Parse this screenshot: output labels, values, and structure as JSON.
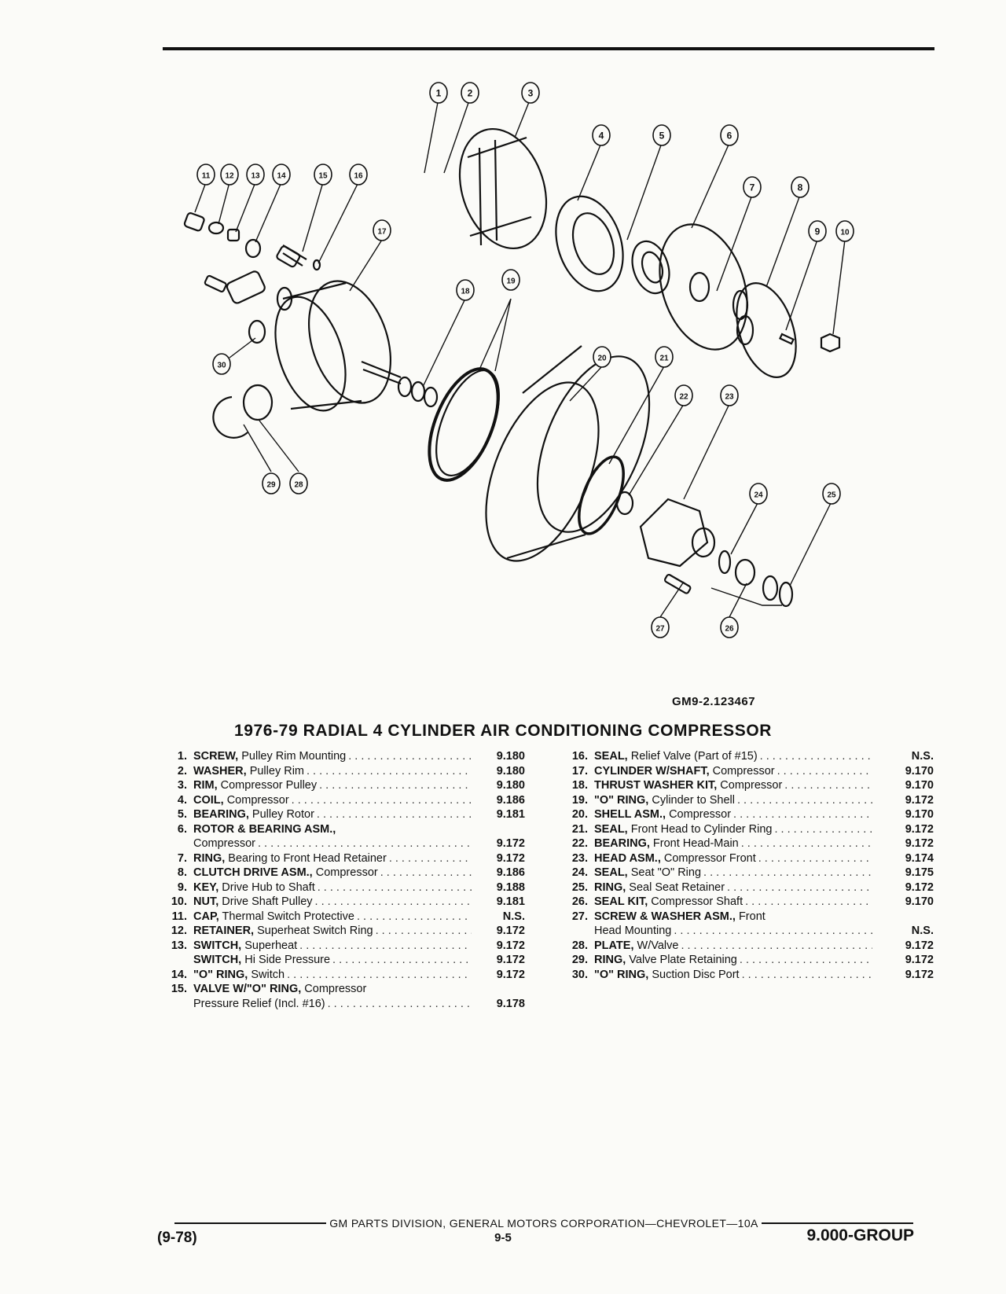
{
  "figure_code": "GM9-2.123467",
  "title": "1976-79 RADIAL 4 CYLINDER AIR CONDITIONING COMPRESSOR",
  "callouts": [
    "1",
    "2",
    "3",
    "4",
    "5",
    "6",
    "7",
    "8",
    "9",
    "10",
    "11",
    "12",
    "13",
    "14",
    "15",
    "16",
    "17",
    "18",
    "19",
    "20",
    "21",
    "22",
    "23",
    "24",
    "25",
    "26",
    "27",
    "28",
    "29",
    "30"
  ],
  "parts_left": [
    {
      "num": "1.",
      "lines": [
        {
          "bold": "SCREW,",
          "rest": " Pulley Rim Mounting"
        }
      ],
      "code": "9.180"
    },
    {
      "num": "2.",
      "lines": [
        {
          "bold": "WASHER,",
          "rest": " Pulley Rim"
        }
      ],
      "code": "9.180"
    },
    {
      "num": "3.",
      "lines": [
        {
          "bold": "RIM,",
          "rest": " Compressor Pulley"
        }
      ],
      "code": "9.180"
    },
    {
      "num": "4.",
      "lines": [
        {
          "bold": "COIL,",
          "rest": " Compressor"
        }
      ],
      "code": "9.186"
    },
    {
      "num": "5.",
      "lines": [
        {
          "bold": "BEARING,",
          "rest": " Pulley Rotor"
        }
      ],
      "code": "9.181"
    },
    {
      "num": "6.",
      "lines": [
        {
          "bold": "ROTOR & BEARING ASM.,",
          "rest": ""
        },
        {
          "bold": "",
          "rest": "Compressor"
        }
      ],
      "code": "9.172"
    },
    {
      "num": "7.",
      "lines": [
        {
          "bold": "RING,",
          "rest": " Bearing to Front Head Retainer"
        }
      ],
      "code": "9.172"
    },
    {
      "num": "8.",
      "lines": [
        {
          "bold": "CLUTCH DRIVE ASM.,",
          "rest": " Compressor"
        }
      ],
      "code": "9.186"
    },
    {
      "num": "9.",
      "lines": [
        {
          "bold": "KEY,",
          "rest": " Drive Hub to Shaft"
        }
      ],
      "code": "9.188"
    },
    {
      "num": "10.",
      "lines": [
        {
          "bold": "NUT,",
          "rest": " Drive Shaft Pulley"
        }
      ],
      "code": "9.181"
    },
    {
      "num": "11.",
      "lines": [
        {
          "bold": "CAP,",
          "rest": " Thermal Switch Protective"
        }
      ],
      "code": "N.S."
    },
    {
      "num": "12.",
      "lines": [
        {
          "bold": "RETAINER,",
          "rest": " Superheat Switch Ring"
        }
      ],
      "code": "9.172"
    },
    {
      "num": "13.",
      "lines": [
        {
          "bold": "SWITCH,",
          "rest": " Superheat"
        }
      ],
      "code": "9.172"
    },
    {
      "num": "",
      "lines": [
        {
          "bold": "SWITCH,",
          "rest": " Hi Side Pressure"
        }
      ],
      "code": "9.172"
    },
    {
      "num": "14.",
      "lines": [
        {
          "bold": "\"O\" RING,",
          "rest": " Switch"
        }
      ],
      "code": "9.172"
    },
    {
      "num": "15.",
      "lines": [
        {
          "bold": "VALVE W/\"O\" RING,",
          "rest": " Compressor"
        },
        {
          "bold": "",
          "rest": "Pressure Relief (Incl. #16)"
        }
      ],
      "code": "9.178"
    }
  ],
  "parts_right": [
    {
      "num": "16.",
      "lines": [
        {
          "bold": "SEAL,",
          "rest": " Relief Valve (Part of #15)"
        }
      ],
      "code": "N.S."
    },
    {
      "num": "17.",
      "lines": [
        {
          "bold": "CYLINDER W/SHAFT,",
          "rest": " Compressor"
        }
      ],
      "code": "9.170"
    },
    {
      "num": "18.",
      "lines": [
        {
          "bold": "THRUST WASHER KIT,",
          "rest": " Compressor"
        }
      ],
      "code": "9.170"
    },
    {
      "num": "19.",
      "lines": [
        {
          "bold": "\"O\" RING,",
          "rest": " Cylinder to Shell"
        }
      ],
      "code": "9.172"
    },
    {
      "num": "20.",
      "lines": [
        {
          "bold": "SHELL ASM.,",
          "rest": " Compressor"
        }
      ],
      "code": "9.170"
    },
    {
      "num": "21.",
      "lines": [
        {
          "bold": "SEAL,",
          "rest": " Front Head to Cylinder Ring"
        }
      ],
      "code": "9.172"
    },
    {
      "num": "22.",
      "lines": [
        {
          "bold": "BEARING,",
          "rest": " Front Head-Main"
        }
      ],
      "code": "9.172"
    },
    {
      "num": "23.",
      "lines": [
        {
          "bold": "HEAD ASM.,",
          "rest": " Compressor Front"
        }
      ],
      "code": "9.174"
    },
    {
      "num": "24.",
      "lines": [
        {
          "bold": "SEAL,",
          "rest": " Seat \"O\" Ring"
        }
      ],
      "code": "9.175"
    },
    {
      "num": "25.",
      "lines": [
        {
          "bold": "RING,",
          "rest": " Seal Seat Retainer"
        }
      ],
      "code": "9.172"
    },
    {
      "num": "26.",
      "lines": [
        {
          "bold": "SEAL KIT,",
          "rest": " Compressor Shaft"
        }
      ],
      "code": "9.170"
    },
    {
      "num": "27.",
      "lines": [
        {
          "bold": "SCREW & WASHER ASM.,",
          "rest": " Front"
        },
        {
          "bold": "",
          "rest": "Head Mounting"
        }
      ],
      "code": "N.S."
    },
    {
      "num": "28.",
      "lines": [
        {
          "bold": "PLATE,",
          "rest": " W/Valve"
        }
      ],
      "code": "9.172"
    },
    {
      "num": "29.",
      "lines": [
        {
          "bold": "RING,",
          "rest": " Valve Plate Retaining"
        }
      ],
      "code": "9.172"
    },
    {
      "num": "30.",
      "lines": [
        {
          "bold": "\"O\" RING,",
          "rest": " Suction Disc Port"
        }
      ],
      "code": "9.172"
    }
  ],
  "footer": {
    "line": "GM PARTS DIVISION, GENERAL MOTORS CORPORATION—CHEVROLET—10A",
    "date": "(9-78)",
    "page": "9-5",
    "group": "9.000-GROUP"
  }
}
